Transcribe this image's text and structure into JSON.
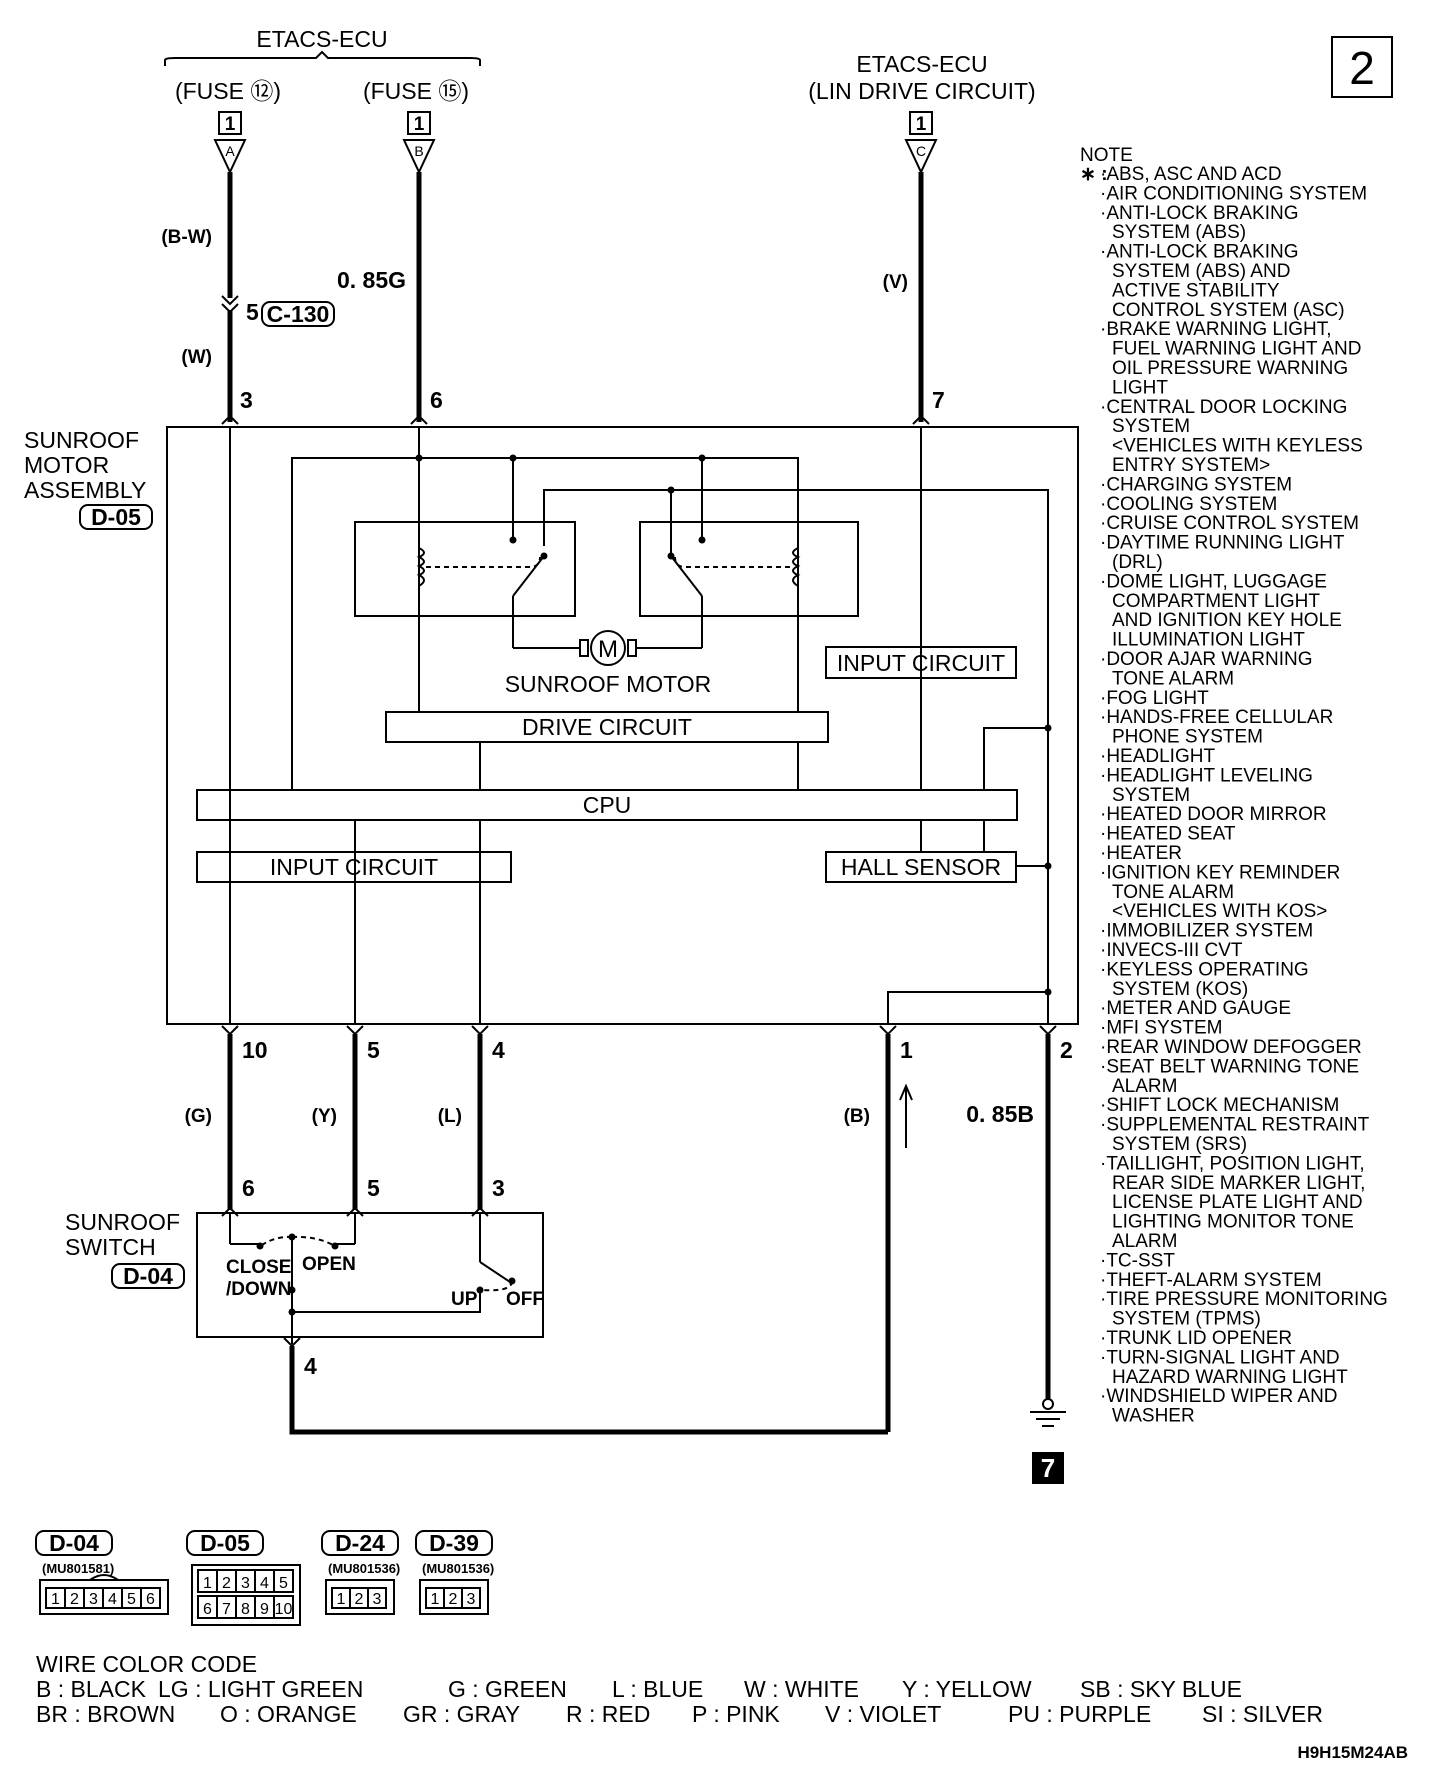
{
  "page_number": "2",
  "top": {
    "etacs_ecu_label": "ETACS-ECU",
    "fuse12": "(FUSE ⑫)",
    "fuse15": "(FUSE ⑮)",
    "etacs_lin_title": "ETACS-ECU",
    "etacs_lin_sub": "(LIN DRIVE CIRCUIT)",
    "ref_box": "1",
    "conn_a": "A",
    "conn_b": "B",
    "conn_c": "C"
  },
  "wires": {
    "a_upper_color": "(B-W)",
    "a_junction_pin": "5",
    "a_junction_conn": "C-130",
    "a_lower_color": "(W)",
    "b_color": "0. 85G",
    "c_color": "(V)",
    "pin_3": "3",
    "pin_6": "6",
    "pin_7": "7",
    "pin_10": "10",
    "pin_5": "5",
    "pin_4": "4",
    "pin_1": "1",
    "pin_2": "2",
    "g_color": "(G)",
    "y_color": "(Y)",
    "l_color": "(L)",
    "b_ground_color": "(B)",
    "gnd_color": "0. 85B",
    "sw_pin_6": "6",
    "sw_pin_5": "5",
    "sw_pin_3": "3",
    "sw_pin_4": "4",
    "ground_ref": "7"
  },
  "motor_assembly": {
    "label_line1": "SUNROOF",
    "label_line2": "MOTOR",
    "label_line3": "ASSEMBLY",
    "connector": "D-05",
    "motor_symbol": "M",
    "motor_label": "SUNROOF MOTOR",
    "input_circuit_right": "INPUT CIRCUIT",
    "drive_circuit": "DRIVE CIRCUIT",
    "cpu": "CPU",
    "input_circuit_left": "INPUT CIRCUIT",
    "hall_sensor": "HALL SENSOR"
  },
  "switch": {
    "label_line1": "SUNROOF",
    "label_line2": "SWITCH",
    "connector": "D-04",
    "close_line1": "CLOSE",
    "close_line2": "/DOWN",
    "open": "OPEN",
    "up": "UP",
    "off": "OFF"
  },
  "note": {
    "title": "NOTE",
    "marker": "∗ :",
    "lines": [
      "·ABS, ASC AND ACD",
      "·AIR CONDITIONING SYSTEM",
      "·ANTI-LOCK BRAKING",
      "SYSTEM (ABS)",
      "·ANTI-LOCK BRAKING",
      "SYSTEM (ABS) AND",
      "ACTIVE STABILITY",
      "CONTROL SYSTEM (ASC)",
      "·BRAKE WARNING LIGHT,",
      "FUEL WARNING LIGHT AND",
      "OIL PRESSURE WARNING",
      "LIGHT",
      "·CENTRAL DOOR LOCKING",
      "SYSTEM",
      "<VEHICLES WITH KEYLESS",
      "ENTRY SYSTEM>",
      "·CHARGING SYSTEM",
      "·COOLING SYSTEM",
      "·CRUISE CONTROL SYSTEM",
      "·DAYTIME RUNNING LIGHT",
      "(DRL)",
      "·DOME LIGHT, LUGGAGE",
      "COMPARTMENT LIGHT",
      "AND IGNITION KEY HOLE",
      "ILLUMINATION LIGHT",
      "·DOOR AJAR WARNING",
      "TONE ALARM",
      "·FOG LIGHT",
      "·HANDS-FREE CELLULAR",
      "PHONE SYSTEM",
      "·HEADLIGHT",
      "·HEADLIGHT LEVELING",
      "SYSTEM",
      "·HEATED DOOR MIRROR",
      "·HEATED SEAT",
      "·HEATER",
      "·IGNITION KEY REMINDER",
      "TONE ALARM",
      "<VEHICLES WITH KOS>",
      "·IMMOBILIZER SYSTEM",
      "·INVECS-III CVT",
      "·KEYLESS OPERATING",
      "SYSTEM (KOS)",
      "·METER AND GAUGE",
      "·MFI SYSTEM",
      "·REAR WINDOW DEFOGGER",
      "·SEAT BELT WARNING TONE",
      "ALARM",
      "·SHIFT LOCK MECHANISM",
      "·SUPPLEMENTAL RESTRAINT",
      "SYSTEM (SRS)",
      "·TAILLIGHT, POSITION LIGHT,",
      "REAR SIDE MARKER LIGHT,",
      "LICENSE PLATE LIGHT AND",
      "LIGHTING MONITOR TONE",
      "ALARM",
      "·TC-SST",
      "·THEFT-ALARM SYSTEM",
      "·TIRE PRESSURE MONITORING",
      "SYSTEM (TPMS)",
      "·TRUNK LID OPENER",
      "·TURN-SIGNAL LIGHT AND",
      "HAZARD WARNING LIGHT",
      "·WINDSHIELD WIPER AND",
      "WASHER"
    ]
  },
  "connectors": [
    {
      "name": "D-04",
      "part": "(MU801581)",
      "pins": [
        "1",
        "2",
        "3",
        "4",
        "5",
        "6"
      ]
    },
    {
      "name": "D-05",
      "part": "",
      "pins_top": [
        "1",
        "2",
        "3",
        "4",
        "5"
      ],
      "pins_bottom": [
        "6",
        "7",
        "8",
        "9",
        "10"
      ]
    },
    {
      "name": "D-24",
      "part": "(MU801536)",
      "pins": [
        "1",
        "2",
        "3"
      ]
    },
    {
      "name": "D-39",
      "part": "(MU801536)",
      "pins": [
        "1",
        "2",
        "3"
      ]
    }
  ],
  "wire_color_code": {
    "title": "WIRE COLOR CODE",
    "row1": [
      "B : BLACK",
      "LG : LIGHT GREEN",
      "G : GREEN",
      "L : BLUE",
      "W : WHITE",
      "Y : YELLOW",
      "SB : SKY BLUE"
    ],
    "row2": [
      "BR : BROWN",
      "O : ORANGE",
      "GR : GRAY",
      "R : RED",
      "P : PINK",
      "V : VIOLET",
      "PU : PURPLE",
      "SI : SILVER"
    ]
  },
  "figure_code": "H9H15M24AB"
}
